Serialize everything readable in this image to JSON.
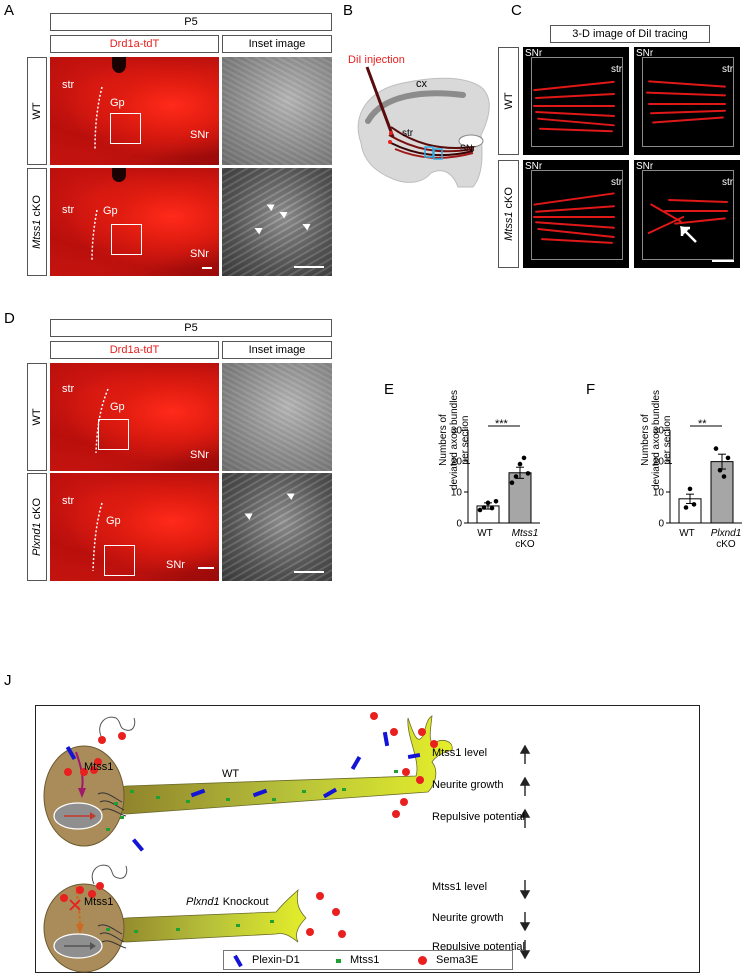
{
  "panels": {
    "A": "A",
    "B": "B",
    "C": "C",
    "D": "D",
    "E": "E",
    "F": "F",
    "J": "J"
  },
  "panel_A": {
    "age": "P5",
    "col1": "Drd1a-tdT",
    "col2": "Inset image",
    "row1": "WT",
    "row2_gene": "Mtss1",
    "row2_suffix": " cKO",
    "labels": {
      "str": "str",
      "gp": "Gp",
      "snr": "SNr"
    }
  },
  "panel_B": {
    "injection": "DiI injection",
    "cx": "cx",
    "str": "str",
    "snr": "SNr"
  },
  "panel_C": {
    "header": "3-D image of DiI tracing",
    "row1": "WT",
    "row2_gene": "Mtss1",
    "row2_suffix": " cKO",
    "snr": "SNr",
    "str": "str"
  },
  "panel_D": {
    "age": "P5",
    "col1": "Drd1a-tdT",
    "col2": "Inset image",
    "row1": "WT",
    "row2_gene": "Plxnd1",
    "row2_suffix": " cKO",
    "labels": {
      "str": "str",
      "gp": "Gp",
      "snr": "SNr"
    }
  },
  "chart_data": [
    {
      "type": "bar",
      "panel": "E",
      "ylabel": "Numbers of\ndeviated axon bundles\nper section",
      "ylim": [
        0,
        30
      ],
      "yticks": [
        0,
        10,
        20,
        30
      ],
      "categories": [
        "WT",
        "Mtss1 cKO"
      ],
      "values": [
        5.5,
        16.2
      ],
      "sem": [
        1.0,
        1.8
      ],
      "points": [
        [
          4.2,
          5.0,
          6.5,
          4.8,
          7.0
        ],
        [
          13.0,
          15.0,
          19.0,
          21.0,
          16.0
        ]
      ],
      "significance": "***",
      "bar_colors": [
        "#ffffff",
        "#a6a6a6"
      ]
    },
    {
      "type": "bar",
      "panel": "F",
      "ylabel": "Numbers of\ndeviated axon bundles\nper section",
      "ylim": [
        0,
        30
      ],
      "yticks": [
        0,
        10,
        20,
        30
      ],
      "categories": [
        "WT",
        "Plxnd1 cKO"
      ],
      "values": [
        7.8,
        19.8
      ],
      "sem": [
        1.5,
        2.4
      ],
      "points": [
        [
          5.0,
          11.0,
          6.0
        ],
        [
          24.0,
          17.0,
          15.0,
          21.0
        ]
      ],
      "significance": "**",
      "bar_colors": [
        "#ffffff",
        "#a6a6a6"
      ]
    }
  ],
  "chart_labels": {
    "E": {
      "cat1": "WT",
      "cat2_gene": "Mtss1",
      "cat2_suffix": "cKO"
    },
    "F": {
      "cat1": "WT",
      "cat2_gene": "Plxnd1",
      "cat2_suffix": "cKO"
    }
  },
  "panel_J": {
    "wt_label": "WT",
    "ko_gene": "Plxnd1",
    "ko_suffix": " Knockout",
    "mtss1": "Mtss1",
    "wt_rows": [
      {
        "label": "Mtss1 level",
        "dir": "up"
      },
      {
        "label": "Neurite growth",
        "dir": "up"
      },
      {
        "label": "Repulsive potential",
        "dir": "up"
      }
    ],
    "ko_rows": [
      {
        "label": "Mtss1 level",
        "dir": "down"
      },
      {
        "label": "Neurite growth",
        "dir": "down"
      },
      {
        "label": "Repulsive potential",
        "dir": "down"
      }
    ],
    "legend": {
      "plexin": "Plexin-D1",
      "mtss1": "Mtss1",
      "sema": "Sema3E"
    },
    "colors": {
      "plexin": "#1414d6",
      "mtss1": "#20a030",
      "sema": "#e8201f"
    }
  }
}
